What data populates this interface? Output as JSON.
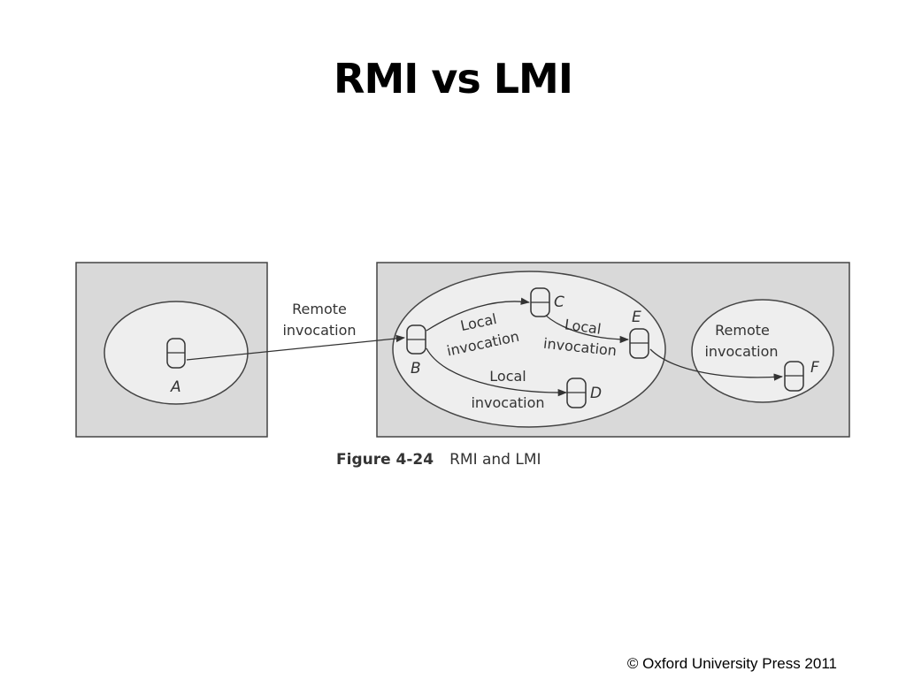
{
  "slide": {
    "title": "RMI vs LMI",
    "footer": "© Oxford University Press 2011"
  },
  "figure": {
    "number": "Figure 4-24",
    "caption": "RMI and LMI",
    "colors": {
      "box_fill": "#d9d9d9",
      "oval_fill": "#eeeeee",
      "stroke": "#444444"
    },
    "nodes": {
      "A": "A",
      "B": "B",
      "C": "C",
      "D": "D",
      "E": "E",
      "F": "F"
    },
    "edges": [
      {
        "from": "A",
        "to": "B",
        "label": [
          "Remote",
          "invocation"
        ]
      },
      {
        "from": "B",
        "to": "C",
        "label": [
          "Local",
          "invocation"
        ]
      },
      {
        "from": "C",
        "to": "E",
        "label": [
          "Local",
          "invocation"
        ]
      },
      {
        "from": "B",
        "to": "D",
        "label": [
          "Local",
          "invocation"
        ]
      },
      {
        "from": "E",
        "to": "F",
        "label": [
          "Remote",
          "invocation"
        ]
      }
    ]
  }
}
